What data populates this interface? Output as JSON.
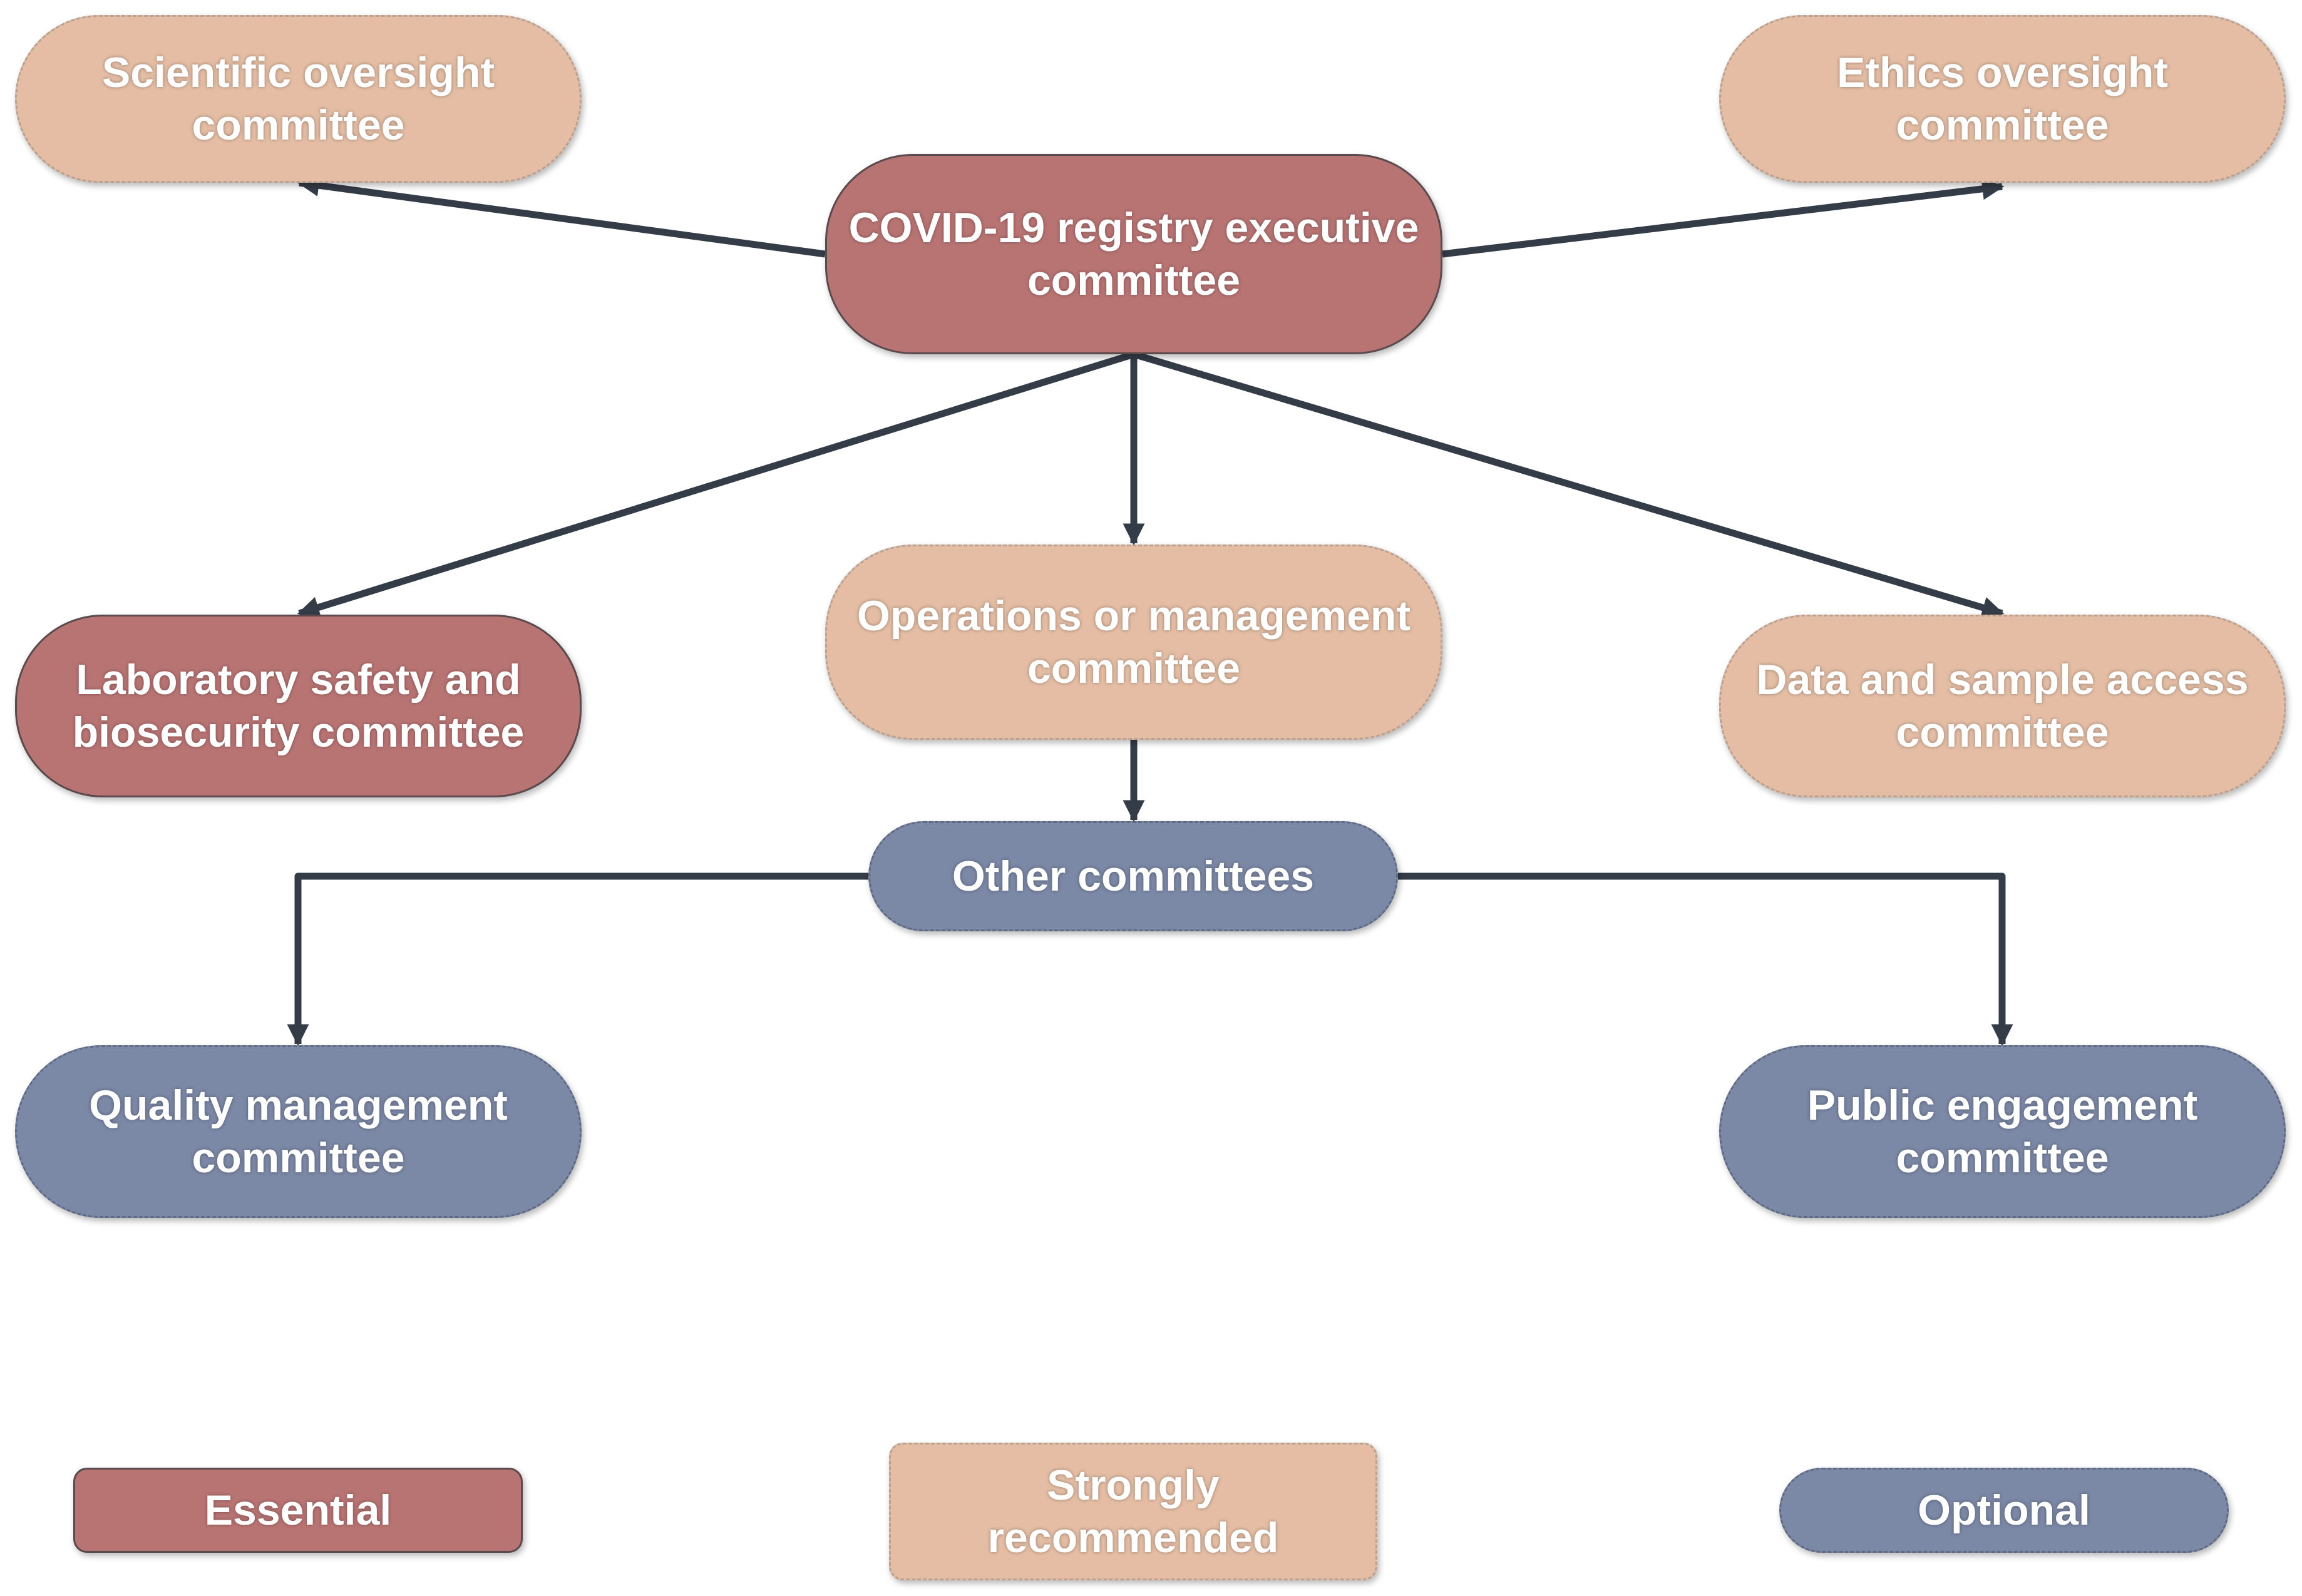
{
  "nodes": {
    "scientific": {
      "line1": "Scientific oversight",
      "line2": "committee"
    },
    "ethics": {
      "line1": "Ethics oversight",
      "line2": "committee"
    },
    "executive": {
      "line1": "COVID-19 registry executive",
      "line2": "committee"
    },
    "lab": {
      "line1": "Laboratory safety and",
      "line2": "biosecurity committee"
    },
    "operations": {
      "line1": "Operations or management",
      "line2": "committee"
    },
    "data": {
      "line1": "Data and sample access",
      "line2": "committee"
    },
    "other": {
      "line1": "Other committees"
    },
    "quality": {
      "line1": "Quality management",
      "line2": "committee"
    },
    "public": {
      "line1": "Public engagement",
      "line2": "committee"
    }
  },
  "legend": {
    "essential": {
      "line1": "Essential"
    },
    "recommended": {
      "line1": "Strongly",
      "line2": "recommended"
    },
    "optional": {
      "line1": "Optional"
    }
  },
  "colors": {
    "essential": "#b87473",
    "strongly_recommended": "#e4bda4",
    "optional": "#7b88a6",
    "connector": "#343c48"
  }
}
